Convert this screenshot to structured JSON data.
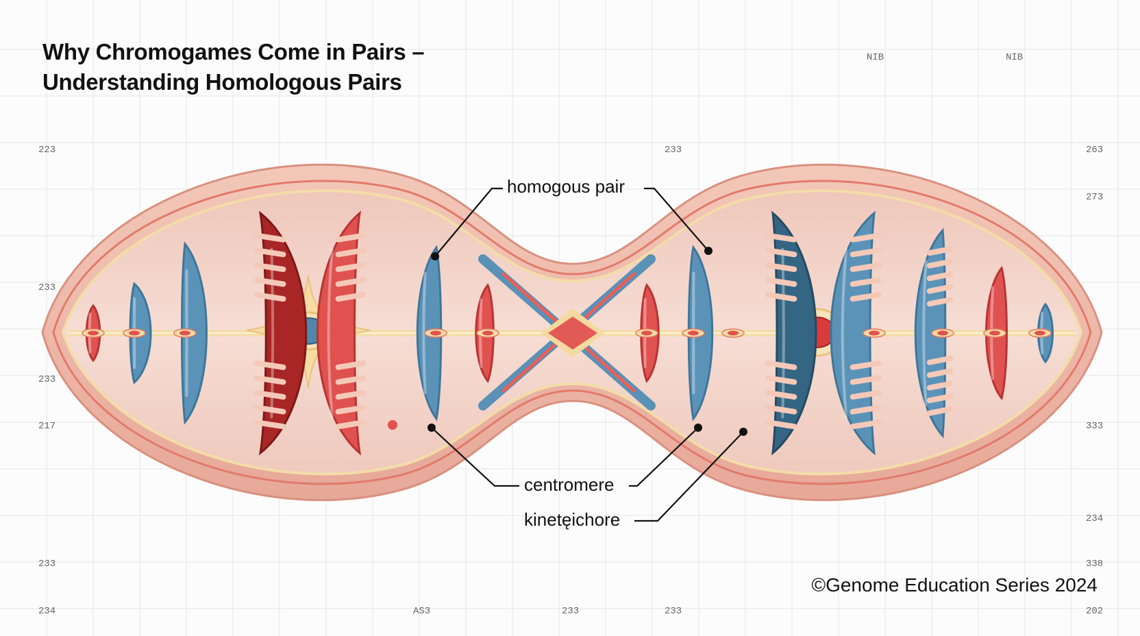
{
  "title": {
    "line1": "Why Chromogames Come in Pairs –",
    "line2": "Understanding Homologous Pairs"
  },
  "labels": {
    "homologous_pair": "homogous pair",
    "centromere": "centromere",
    "kinetochore": "kinetęichore"
  },
  "credit": "©Genome Education Series 2024",
  "grid_ticks": {
    "top_1": "NIB",
    "top_2": "NIB",
    "row1_left": "223",
    "row1_mid": "233",
    "row1_right": "263",
    "row2_right": "273",
    "row3_left": "233",
    "row4_left": "233",
    "row5_left": "217",
    "row5_right": "333",
    "row6_right": "234",
    "row7_left": "233",
    "row7_right": "338",
    "bottom_1": "234",
    "bottom_2": "AS3",
    "bottom_3": "233",
    "bottom_4": "233",
    "bottom_5": "202"
  },
  "colors": {
    "membrane": "#eab4a4",
    "membrane_dark": "#d98b7c",
    "cytoplasm": "#f1cfc4",
    "spindle": "#f4d9a0",
    "red_chromosome": "#e0524f",
    "dark_red_chromosome": "#a82626",
    "blue_chromosome": "#5b93b8",
    "dark_blue_chromosome": "#346583",
    "grid": "#e4e4e4"
  }
}
